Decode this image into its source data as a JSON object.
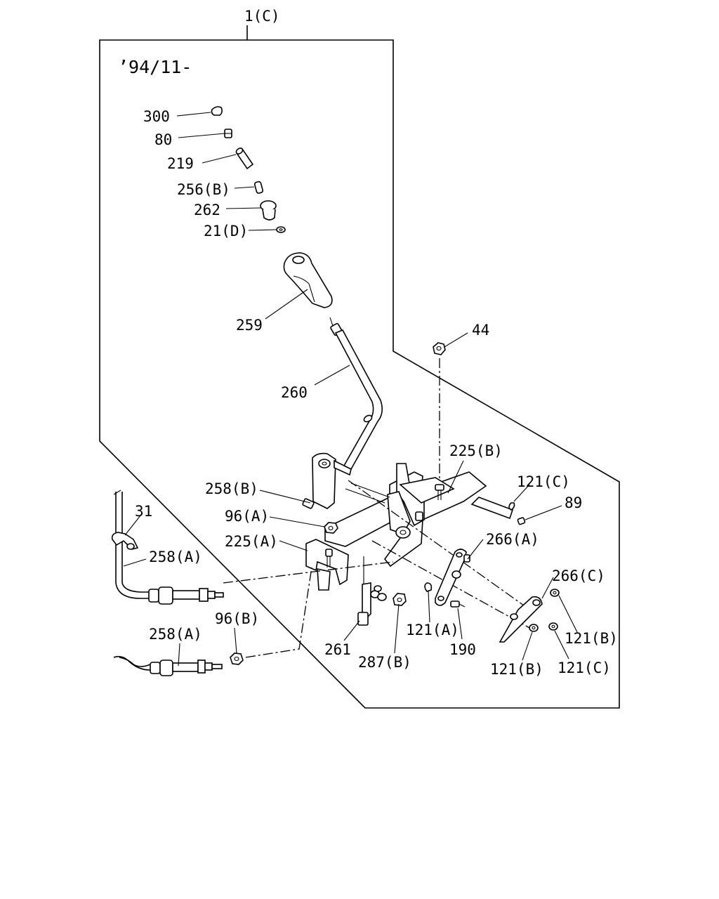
{
  "diagram": {
    "assembly_ref": "1(C)",
    "date_note": "’94/11-",
    "callouts": {
      "p300": "300",
      "p80": "80",
      "p219": "219",
      "p256b": "256(B)",
      "p262": "262",
      "p21d": "21(D)",
      "p259": "259",
      "p260": "260",
      "p44": "44",
      "p225b": "225(B)",
      "p121c_top": "121(C)",
      "p89": "89",
      "p258b": "258(B)",
      "p31": "31",
      "p96a": "96(A)",
      "p225a": "225(A)",
      "p266a": "266(A)",
      "p258a_top": "258(A)",
      "p266c": "266(C)",
      "p96b": "96(B)",
      "p258a_bottom": "258(A)",
      "p121a": "121(A)",
      "p121b_right": "121(B)",
      "p190": "190",
      "p261": "261",
      "p287b": "287(B)",
      "p121b_bottom": "121(B)",
      "p121c_bottom": "121(C)"
    }
  }
}
